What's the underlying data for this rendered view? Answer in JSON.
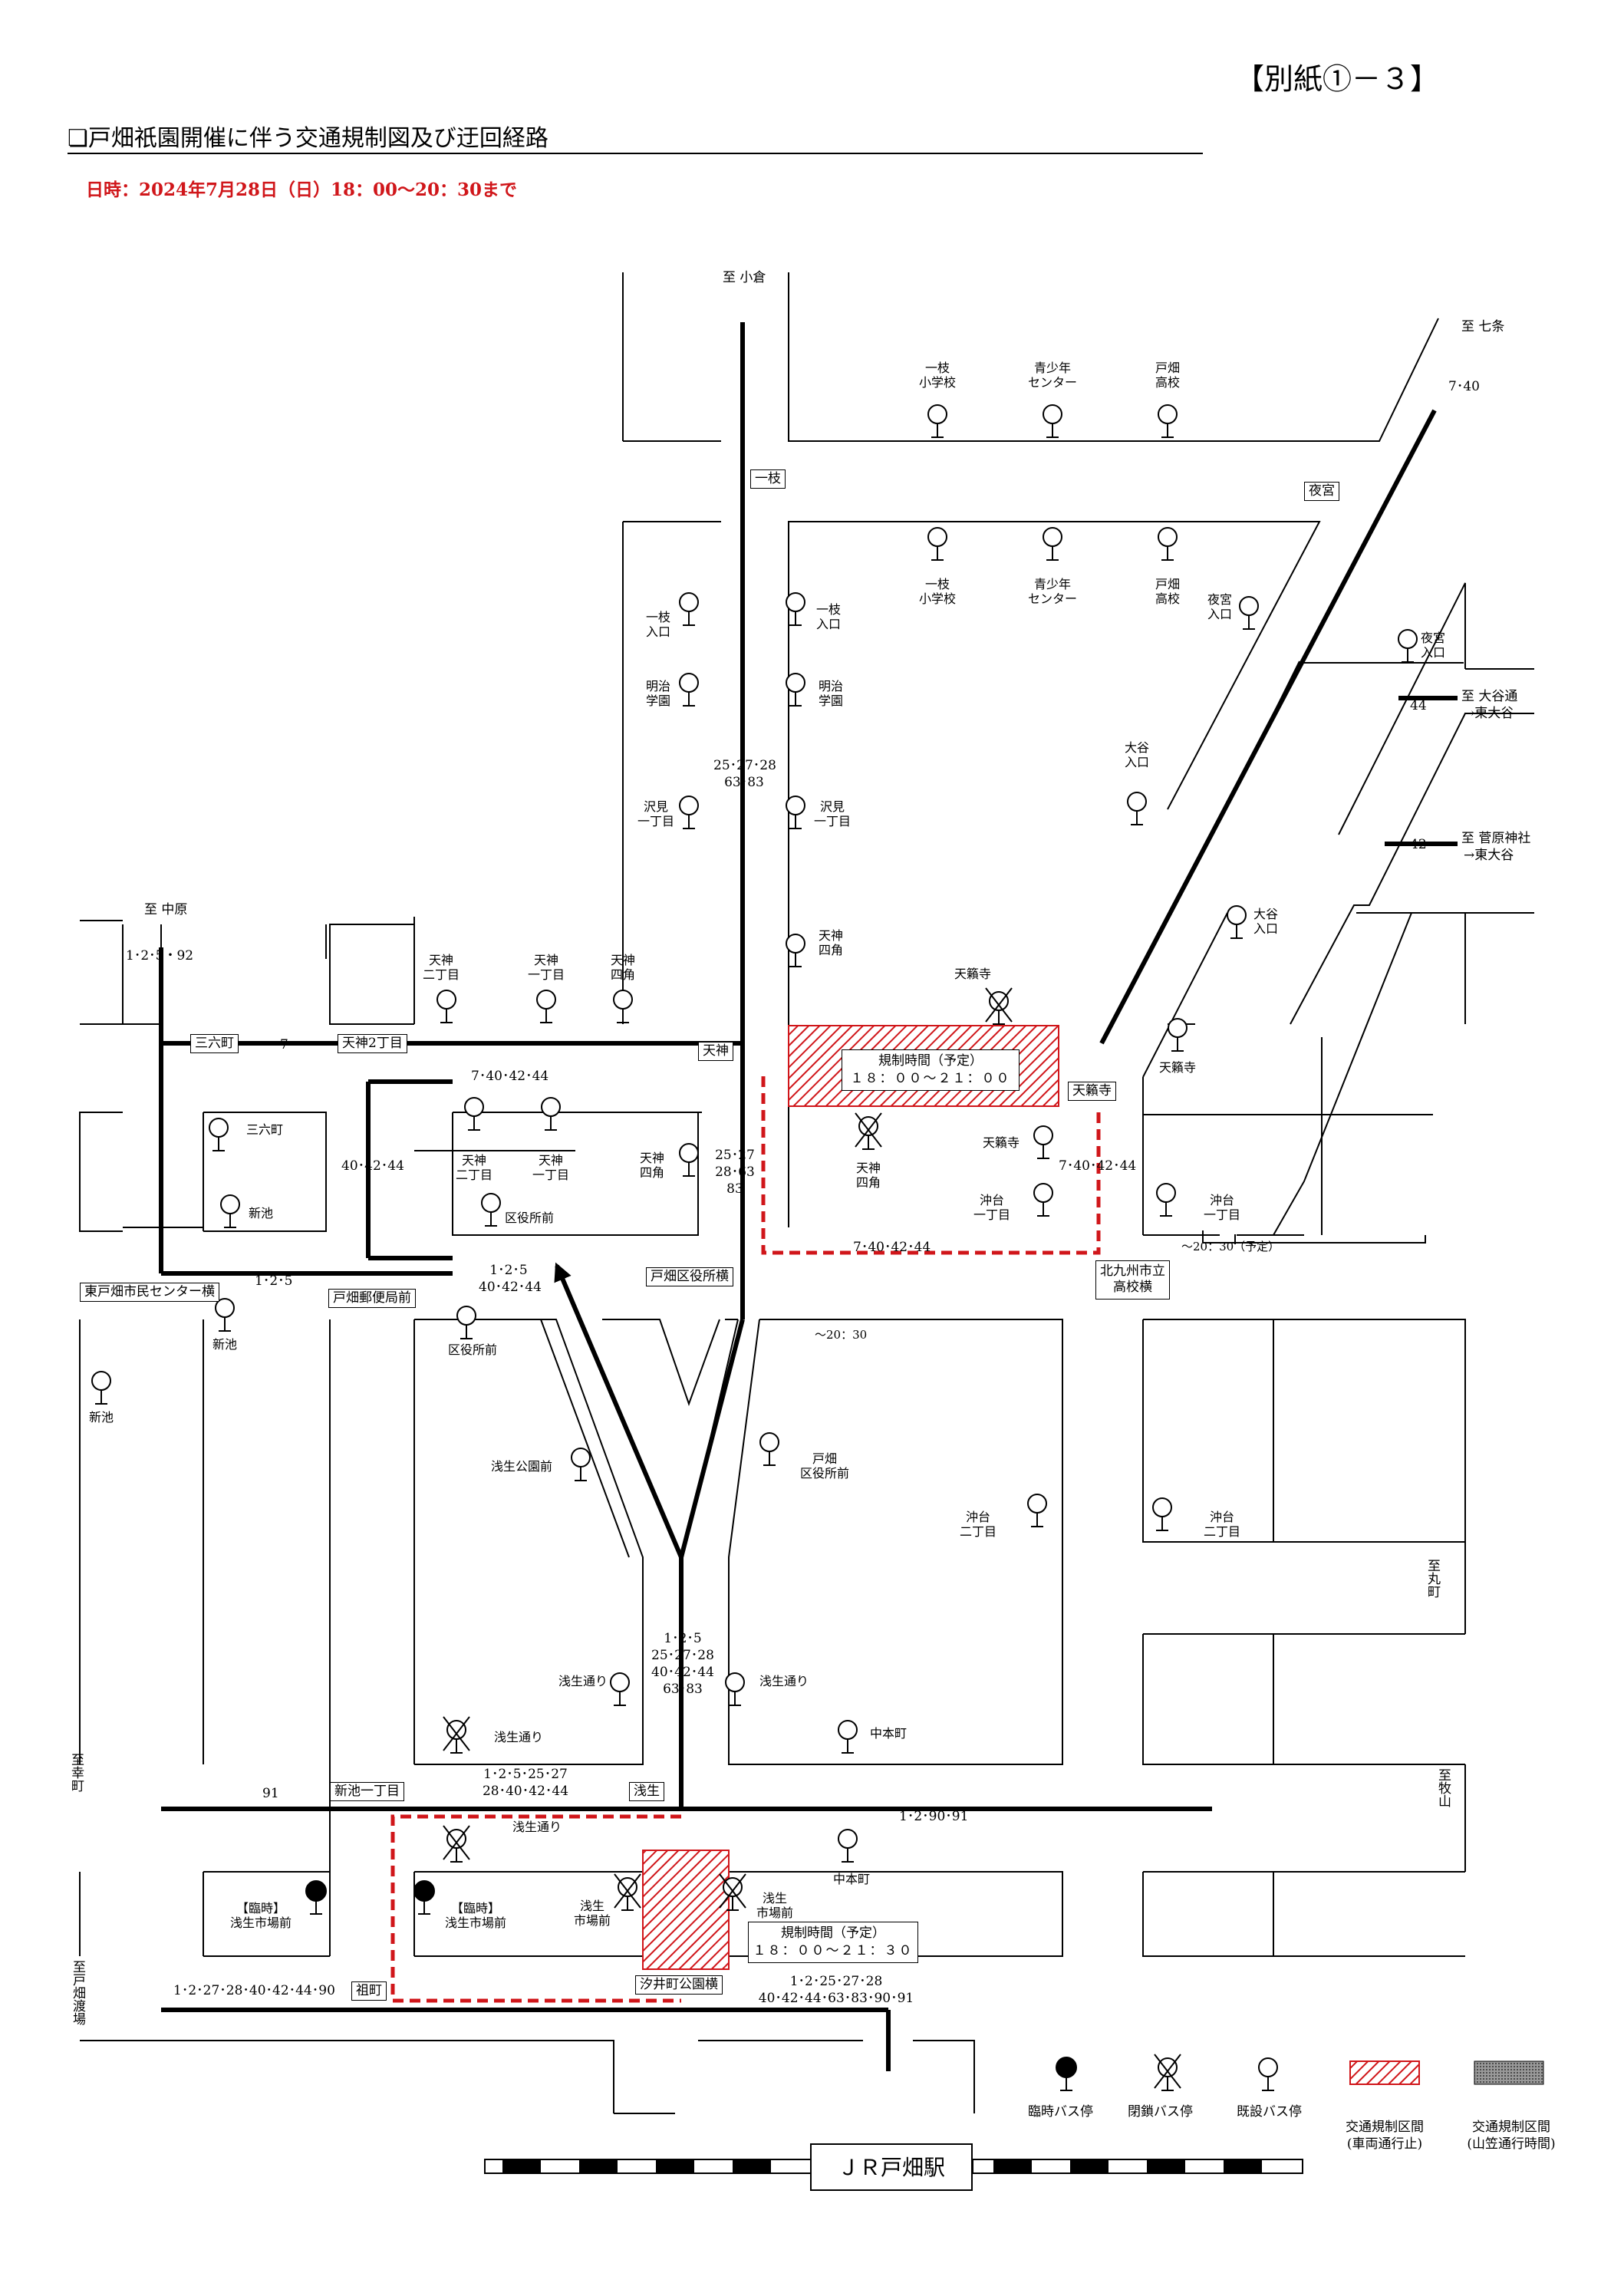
{
  "header": {
    "attachment": "【別紙①－３】",
    "title": "❏戸畑祇園開催に伴う交通規制図及び迂回経路",
    "datetime": "日時：2024年7月28日（日）18：00～20：30まで"
  },
  "colors": {
    "regulation_red": "#d0161a",
    "line": "#000000"
  },
  "directions": {
    "kokura": "至 小倉",
    "shichijo": "至 七条",
    "nakahara": "至 中原",
    "otanidori": "至 大谷通",
    "to_higashi_otani_1": "→東大谷",
    "sugawara": "至 菅原神社",
    "to_higashi_otani_2": "→東大谷",
    "marumachi": "至丸町",
    "makiyama": "至牧山",
    "saiwaicho": "至幸町",
    "tobata_watashiba": "至戸畑渡場"
  },
  "intersections": {
    "ichieda": "一枝",
    "yomiya": "夜宮",
    "sanrokucho": "三六町",
    "tenjin2": "天神2丁目",
    "tenjin": "天神",
    "tenraiji": "天籟寺",
    "higashi_tobata_center": "東戸畑市民センター横",
    "tobata_yubinkyoku": "戸畑郵便局前",
    "tobata_kuyakusho_yoko": "戸畑区役所横",
    "kitakyushu_koko_1": "北九州市立",
    "kitakyushu_koko_2": "高校横",
    "shinike_1chome": "新池一丁目",
    "asao": "浅生",
    "somachi": "祖町",
    "shioicho_park": "汐井町公園横"
  },
  "routes": {
    "r_7_40": "7･40",
    "r_44": "44",
    "r_42": "42",
    "r_1_2_5_92": "1･2･5・92",
    "r_7": "7",
    "r_7_40_42_44_a": "7･40･42･44",
    "r_40_42_44": "40･42･44",
    "r_25_27_28": "25･27･28",
    "r_63_83": "63･83",
    "r_25_27": "25･27",
    "r_28_63": "28･63",
    "r_83": "83",
    "r_7_40_42_44_b": "7･40･42･44",
    "r_7_40_42_44_c": "7･40･42･44",
    "r_1_2_5_a": "1･2･5",
    "r_1_2_5_b": "1･2･5",
    "r_40_42_44_b": "40･42･44",
    "r_1_2_5_c": "1･2･5",
    "r_25_27_28_b": "25･27･28",
    "r_40_42_44_c": "40･42･44",
    "r_63_83_b": "63･83",
    "r_91": "91",
    "r_1_2_5_25_27": "1･2･5･25･27",
    "r_28_40_42_44": "28･40･42･44",
    "r_1_2_90_91": "1･2･90･91",
    "r_bottom_left": "1･2･27･28･40･42･44･90",
    "r_bottom_right_1": "1･2･25･27･28",
    "r_bottom_right_2": "40･42･44･63･83･90･91"
  },
  "times": {
    "t_2030_yotei": "～20：30（予定）",
    "t_2030": "～20：30"
  },
  "stops": {
    "ichieda_sho_top": "一枝\n小学校",
    "seishonen_top": "青少年\nセンター",
    "tobata_koko_top": "戸畑\n高校",
    "ichieda_sho": "一枝\n小学校",
    "seishonen": "青少年\nセンター",
    "tobata_koko": "戸畑\n高校",
    "yomiya_iriguchi_a": "夜宮\n入口",
    "yomiya_iriguchi_b": "夜宮\n入口",
    "ichieda_iriguchi_l": "一枝\n入口",
    "ichieda_iriguchi_r": "一枝\n入口",
    "meiji_gakuen_l": "明治\n学園",
    "meiji_gakuen_r": "明治\n学園",
    "otani_iriguchi_a": "大谷\n入口",
    "otani_iriguchi_b": "大谷\n入口",
    "sawami_l": "沢見\n一丁目",
    "sawami_r": "沢見\n一丁目",
    "tenjin4_r": "天神\n四角",
    "tenraiji_closed": "天籟寺",
    "tenraiji_r": "天籟寺",
    "tenjin2_top": "天神\n二丁目",
    "tenjin1_top": "天神\n一丁目",
    "tenjin4_top": "天神\n四角",
    "sanrokucho_stop": "三六町",
    "tenjin2_mid": "天神\n二丁目",
    "tenjin1_mid": "天神\n一丁目",
    "tenjin4_mid": "天神\n四角",
    "kuyakusho_mae_a": "区役所前",
    "tenjin4_closed": "天神\n四角",
    "tenraiji_mid": "天籟寺",
    "oki_1_l": "沖台\n一丁目",
    "oki_1_r": "沖台\n一丁目",
    "shinike_a": "新池",
    "shinike_b": "新池",
    "shinike_c": "新池",
    "kuyakusho_mae_b": "区役所前",
    "asao_koen": "浅生公園前",
    "tobata_kuyakusho_mae": "戸畑\n区役所前",
    "oki_2_l": "沖台\n二丁目",
    "oki_2_r": "沖台\n二丁目",
    "asao_dori_l": "浅生通り",
    "asao_dori_r": "浅生通り",
    "asao_dori_closed": "浅生通り",
    "nakamoto_a": "中本町",
    "asao_dori_closed_b": "浅生通り",
    "nakamoto_b": "中本町",
    "rinji_l": "【臨時】\n浅生市場前",
    "rinji_r": "【臨時】\n浅生市場前",
    "asao_ichiba_closed_a": "浅生\n市場前",
    "asao_ichiba_closed_b": "浅生\n市場前"
  },
  "regulation": {
    "north_label": "規制時間（予定）",
    "north_time": "１８：００～２１：００",
    "south_label": "規制時間（予定）",
    "south_time": "１８：００～２１：３０"
  },
  "station": "ＪＲ戸畑駅",
  "legend": {
    "rinji": "臨時バス停",
    "heisa": "閉鎖バス停",
    "kisetsu": "既設バス停",
    "reg_stop": "交通規制区間\n(車両通行止)",
    "reg_yamakasa": "交通規制区間\n(山笠通行時間)"
  }
}
